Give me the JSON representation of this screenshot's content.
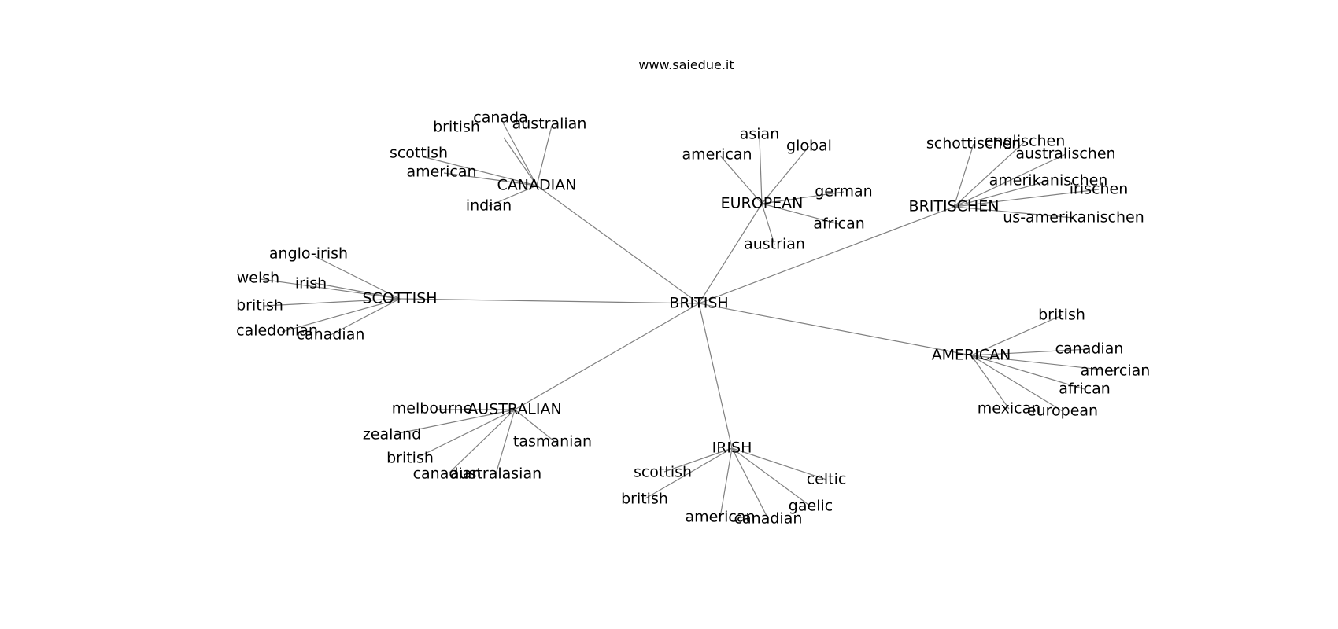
{
  "header": {
    "site_url": "www.saiedue.it"
  },
  "style": {
    "edge_color": "#808080",
    "text_color": "#000000",
    "background": "#ffffff"
  },
  "graph": {
    "center": {
      "label": "BRITISH"
    },
    "hubs": [
      {
        "label": "CANADIAN",
        "leaves": [
          {
            "label": "british"
          },
          {
            "label": "canada"
          },
          {
            "label": "australian"
          },
          {
            "label": "scottish"
          },
          {
            "label": "american"
          },
          {
            "label": "indian"
          }
        ]
      },
      {
        "label": "EUROPEAN",
        "leaves": [
          {
            "label": "asian"
          },
          {
            "label": "global"
          },
          {
            "label": "american"
          },
          {
            "label": "german"
          },
          {
            "label": "african"
          },
          {
            "label": "austrian"
          }
        ]
      },
      {
        "label": "BRITISCHEN",
        "leaves": [
          {
            "label": "schottischen"
          },
          {
            "label": "englischen"
          },
          {
            "label": "australischen"
          },
          {
            "label": "amerikanischen"
          },
          {
            "label": "irischen"
          },
          {
            "label": "us-amerikanischen"
          }
        ]
      },
      {
        "label": "SCOTTISH",
        "leaves": [
          {
            "label": "anglo-irish"
          },
          {
            "label": "welsh"
          },
          {
            "label": "irish"
          },
          {
            "label": "british"
          },
          {
            "label": "caledonian"
          },
          {
            "label": "canadian"
          }
        ]
      },
      {
        "label": "AMERICAN",
        "leaves": [
          {
            "label": "british"
          },
          {
            "label": "canadian"
          },
          {
            "label": "amercian"
          },
          {
            "label": "african"
          },
          {
            "label": "mexican"
          },
          {
            "label": "european"
          }
        ]
      },
      {
        "label": "AUSTRALIAN",
        "leaves": [
          {
            "label": "melbourne"
          },
          {
            "label": "zealand"
          },
          {
            "label": "tasmanian"
          },
          {
            "label": "british"
          },
          {
            "label": "canadian"
          },
          {
            "label": "australasian"
          }
        ]
      },
      {
        "label": "IRISH",
        "leaves": [
          {
            "label": "scottish"
          },
          {
            "label": "celtic"
          },
          {
            "label": "british"
          },
          {
            "label": "gaelic"
          },
          {
            "label": "american"
          },
          {
            "label": "canadian"
          }
        ]
      }
    ]
  }
}
